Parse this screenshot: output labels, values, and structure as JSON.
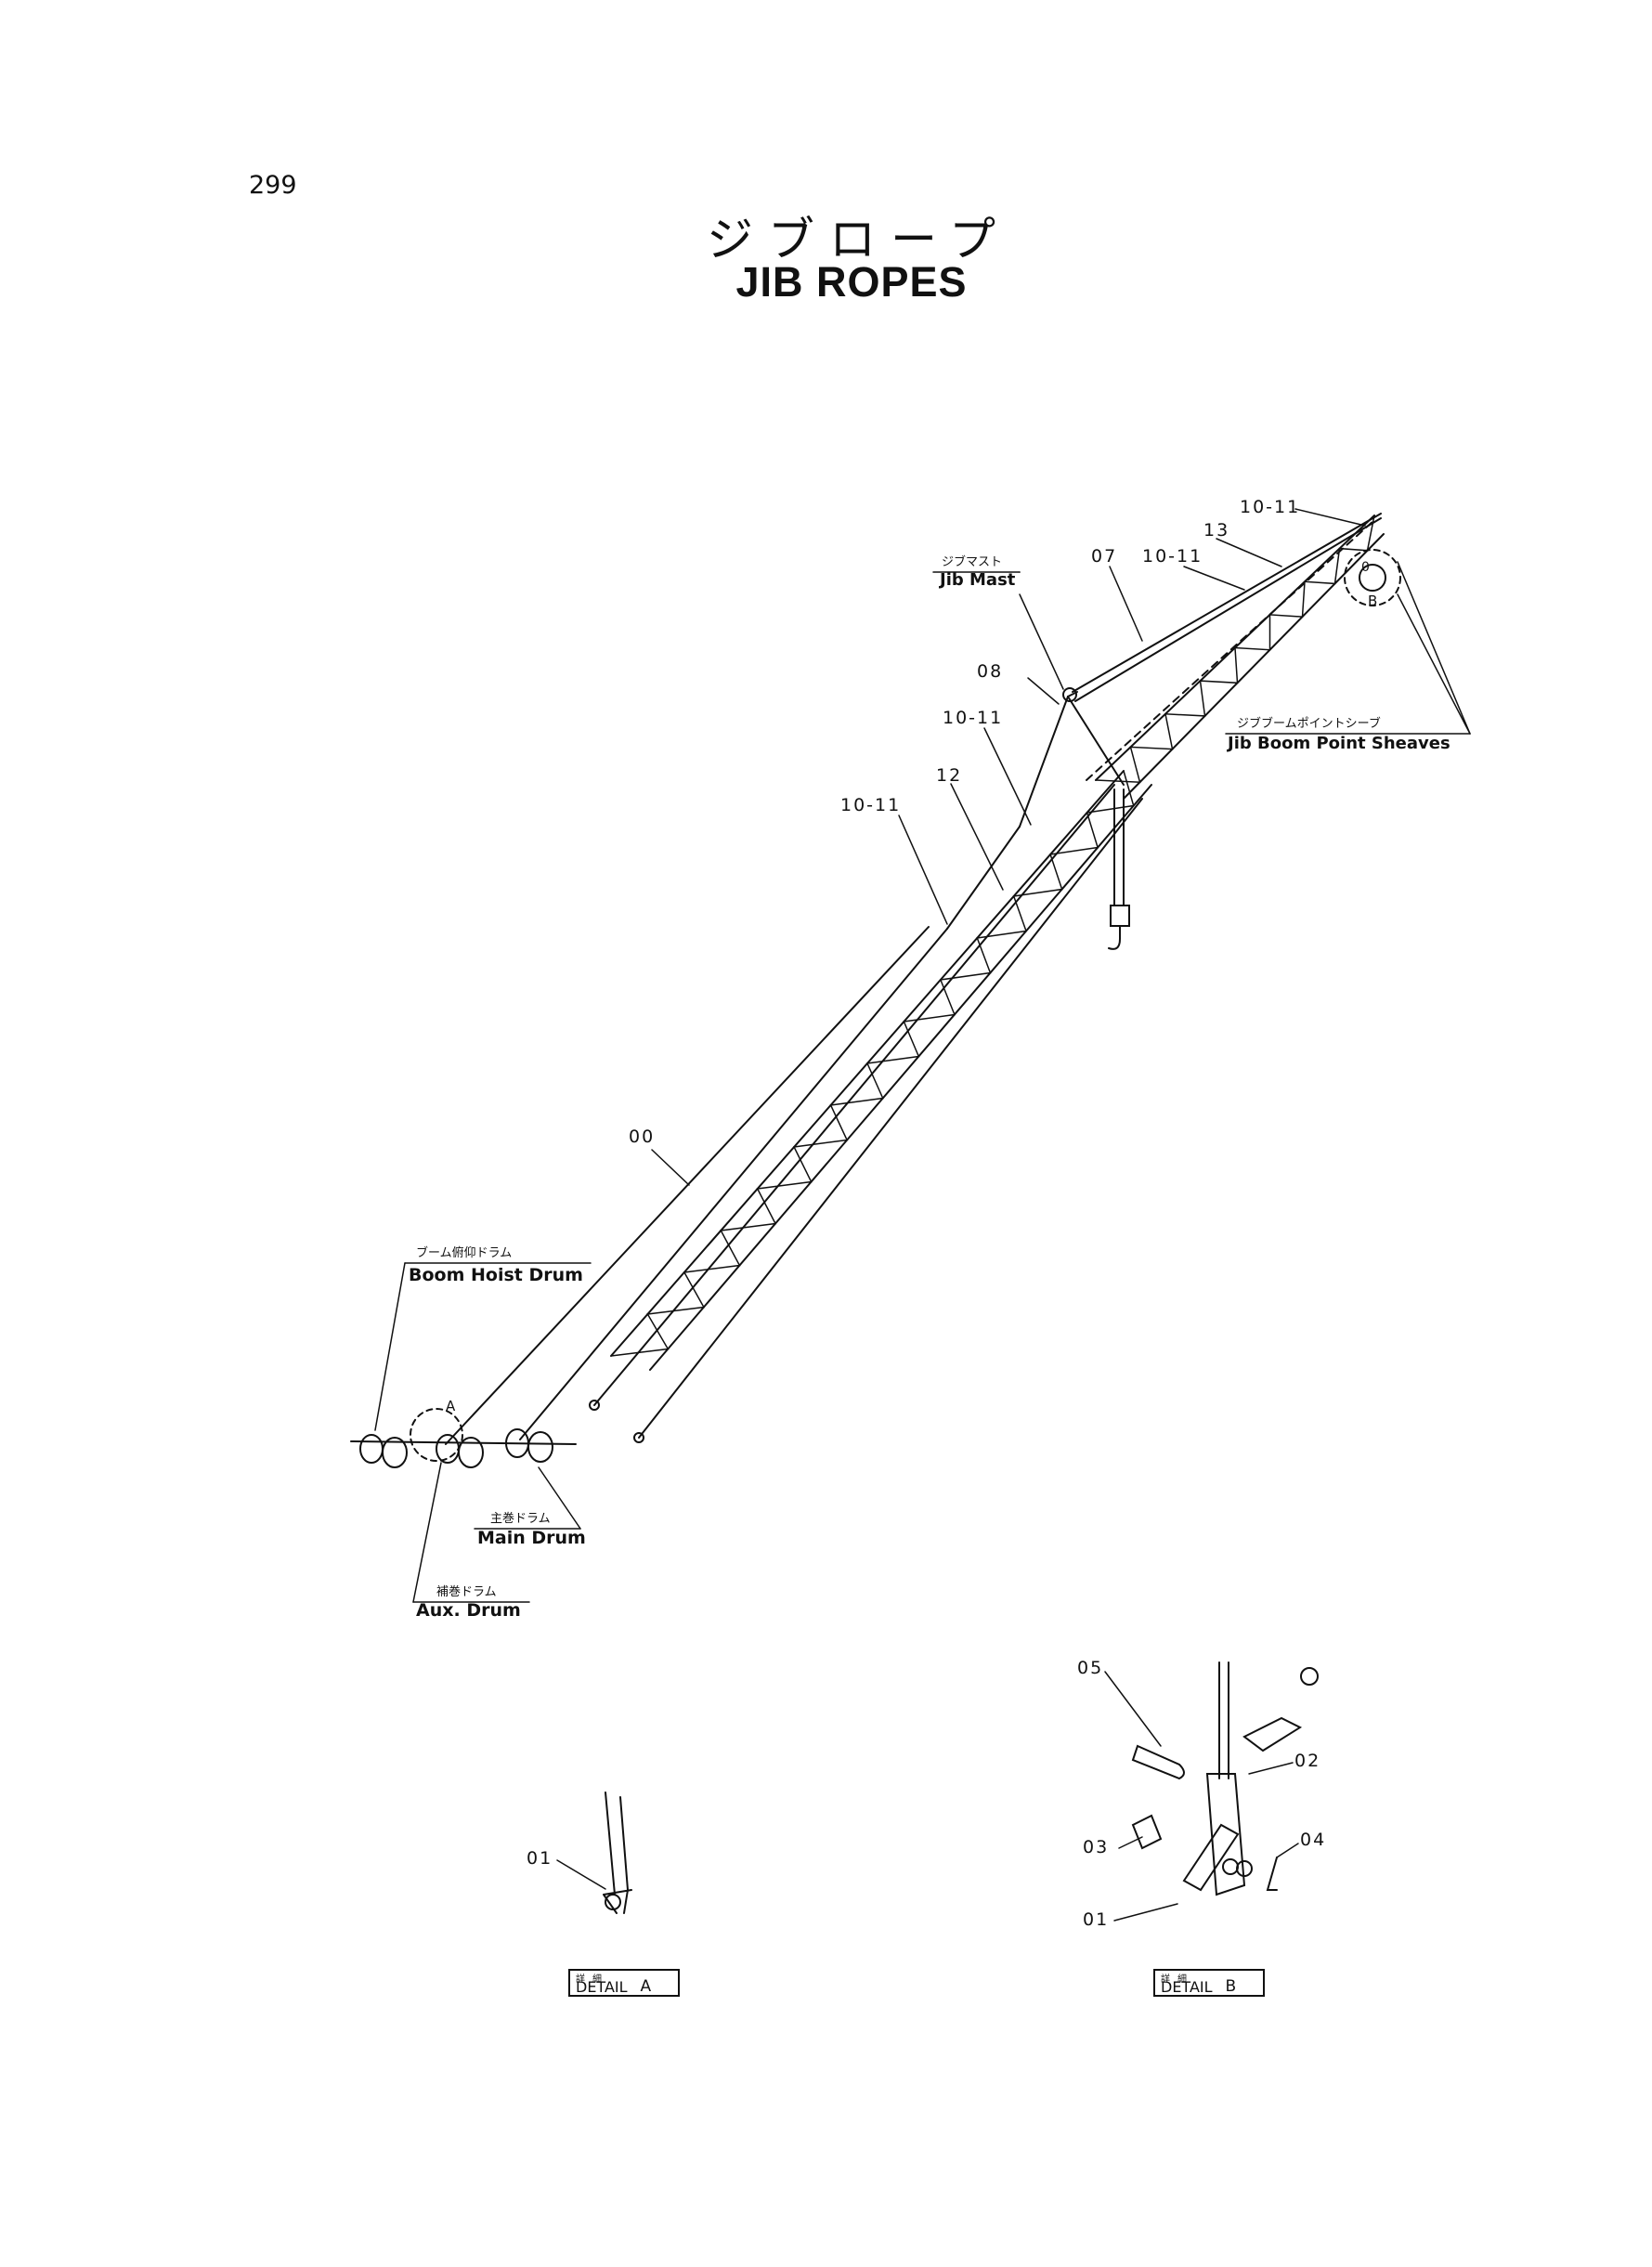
{
  "page": {
    "number": "299"
  },
  "title": {
    "japanese": "ジブロープ",
    "english": "JIB ROPES"
  },
  "labels": {
    "jib_mast": {
      "jp": "ジブマスト",
      "en": "Jib Mast"
    },
    "jib_boom_point_sheaves": {
      "jp": "ジブブームポイントシーブ",
      "en": "Jib Boom Point Sheaves"
    },
    "boom_hoist_drum": {
      "jp": "ブーム俯仰ドラム",
      "en": "Boom Hoist Drum"
    },
    "main_drum": {
      "jp": "主巻ドラム",
      "en": "Main Drum"
    },
    "aux_drum": {
      "jp": "補巻ドラム",
      "en": "Aux. Drum"
    }
  },
  "callouts": {
    "c00": "00",
    "c07": "07",
    "c08": "08",
    "c12": "12",
    "c13": "13",
    "c1011_tip": "10-11",
    "c1011_top": "10-11",
    "c1011_mid": "10-11",
    "c1011_low": "10-11",
    "c01_a": "01",
    "c01_b": "01",
    "c02": "02",
    "c03": "03",
    "c04": "04",
    "c05": "05",
    "markA": "A",
    "markB": "B",
    "mark0": "0"
  },
  "details": {
    "a": {
      "jp": "詳細",
      "en": "DETAIL",
      "letter": "A"
    },
    "b": {
      "jp": "詳細",
      "en": "DETAIL",
      "letter": "B"
    }
  }
}
